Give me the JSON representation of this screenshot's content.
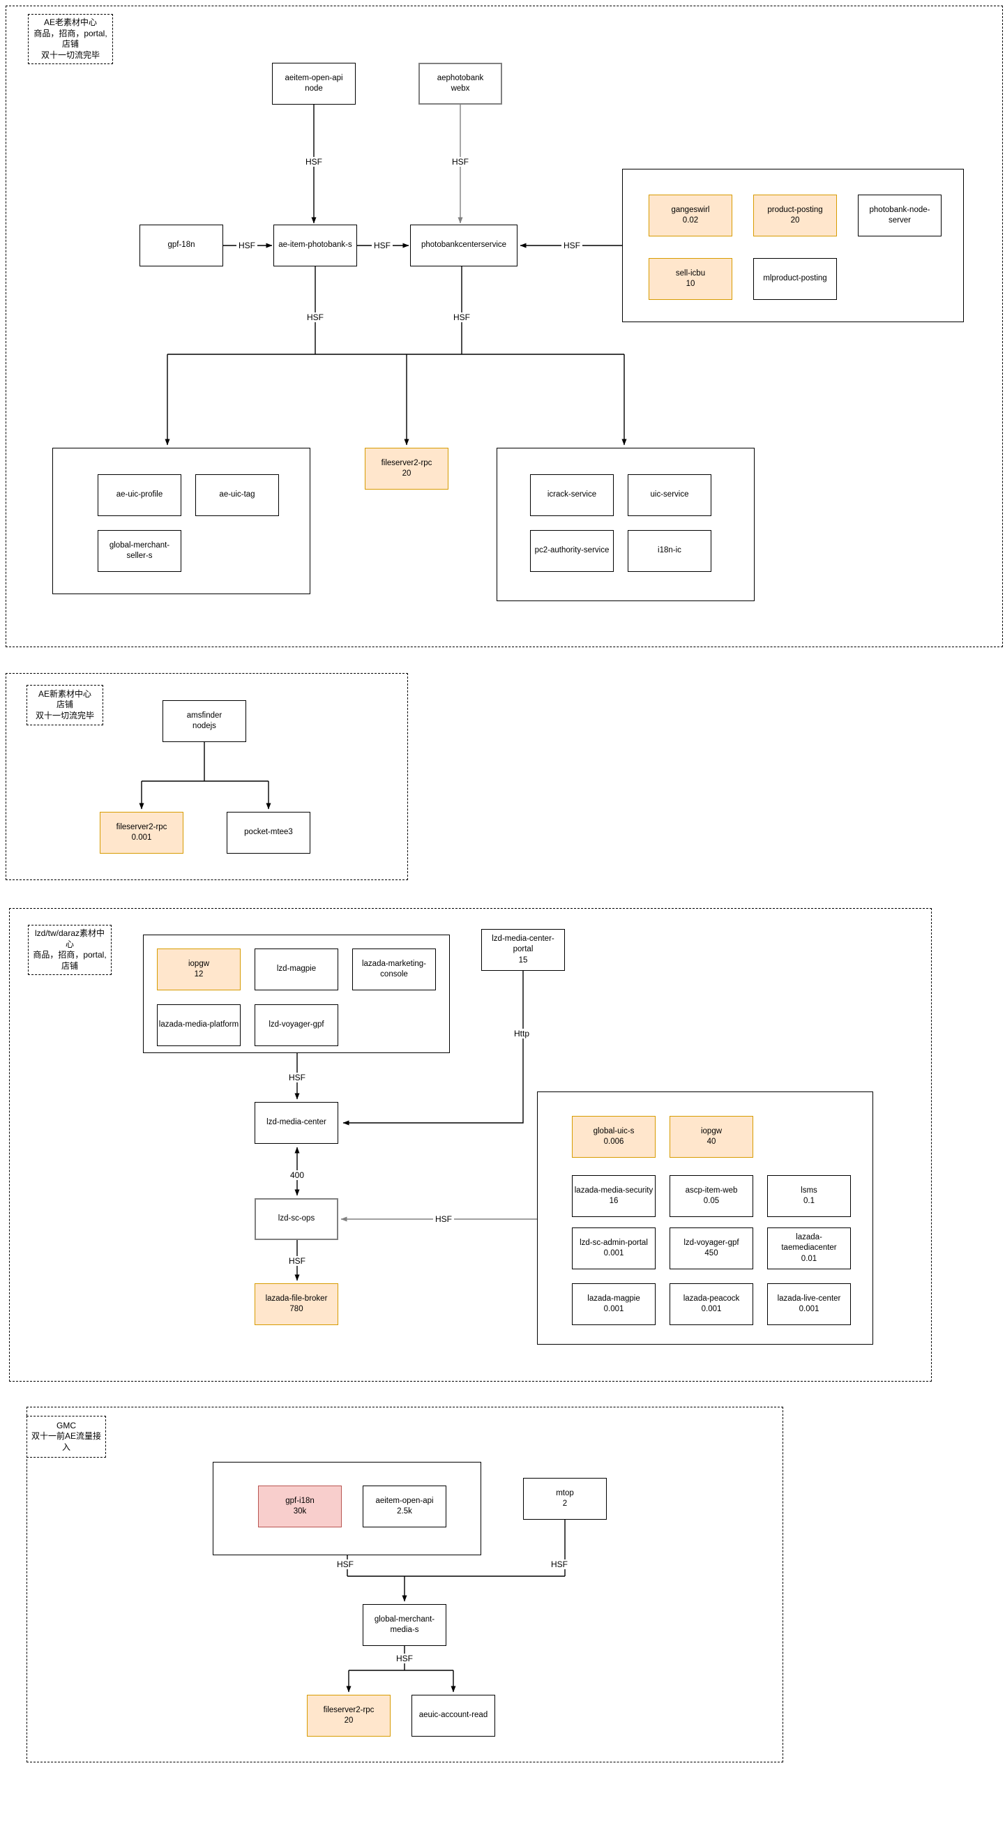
{
  "diagram": {
    "edge_label_hsf": "HSF",
    "edge_label_http": "Http",
    "edge_label_400": "400"
  },
  "colors": {
    "highlight_orange_fill": "#FFE6CC",
    "highlight_orange_border": "#D79B00",
    "highlight_red_fill": "#F8CECC",
    "highlight_red_border": "#B85450",
    "gray_border": "#808080",
    "line": "#000000"
  },
  "sections": {
    "s1": {
      "line1": "AE老素材中心",
      "line2": "商品，招商，portal,店铺",
      "line3": "双十一切流完毕"
    },
    "s2": {
      "line1": "AE新素材中心",
      "line2": "店铺",
      "line3": "双十一切流完毕"
    },
    "s3": {
      "line1": "lzd/tw/daraz素材中心",
      "line2": "商品，招商，portal,",
      "line3": "店铺"
    },
    "s4": {
      "line1": "GMC",
      "line2": "双十一前AE流量接入"
    }
  },
  "nodes": {
    "aeitem_open_api_node": {
      "label": "aeitem-open-api",
      "value": "node"
    },
    "aephotobank_webx": {
      "label": "aephotobank",
      "value": "webx"
    },
    "gpf_18n": {
      "label": "gpf-18n"
    },
    "ae_item_photobank_s": {
      "label": "ae-item-photobank-s"
    },
    "photobankcenterservice": {
      "label": "photobankcenterservice"
    },
    "gangeswirl": {
      "label": "gangeswirl",
      "value": "0.02"
    },
    "product_posting": {
      "label": "product-posting",
      "value": "20"
    },
    "photobank_node_server": {
      "label": "photobank-node-server"
    },
    "sell_icbu": {
      "label": "sell-icbu",
      "value": "10"
    },
    "mlproduct_posting": {
      "label": "mlproduct-posting"
    },
    "ae_uic_profile": {
      "label": "ae-uic-profile"
    },
    "ae_uic_tag": {
      "label": "ae-uic-tag"
    },
    "global_merchant_seller_s": {
      "label": "global-merchant-seller-s"
    },
    "fileserver2_rpc_20": {
      "label": "fileserver2-rpc",
      "value": "20"
    },
    "icrack_service": {
      "label": "icrack-service"
    },
    "uic_service": {
      "label": "uic-service"
    },
    "pc2_authority_service": {
      "label": "pc2-authority-service"
    },
    "i18n_ic": {
      "label": "i18n-ic"
    },
    "amsfinder_nodejs": {
      "label": "amsfinder",
      "value": "nodejs"
    },
    "fileserver2_rpc_0001": {
      "label": "fileserver2-rpc",
      "value": "0.001"
    },
    "pocket_mtee3": {
      "label": "pocket-mtee3"
    },
    "iopgw_12": {
      "label": "iopgw",
      "value": "12"
    },
    "lzd_magpie": {
      "label": "lzd-magpie"
    },
    "lazada_marketing_console": {
      "label": "lazada-marketing-console"
    },
    "lazada_media_platform": {
      "label": "lazada-media-platform"
    },
    "lzd_voyager_gpf": {
      "label": "lzd-voyager-gpf"
    },
    "lzd_media_center_portal": {
      "label": "lzd-media-center-portal",
      "value": "15"
    },
    "lzd_media_center": {
      "label": "lzd-media-center"
    },
    "lzd_sc_ops": {
      "label": "lzd-sc-ops"
    },
    "lazada_file_broker": {
      "label": "lazada-file-broker",
      "value": "780"
    },
    "global_uic_s": {
      "label": "global-uic-s",
      "value": "0.006"
    },
    "iopgw_40": {
      "label": "iopgw",
      "value": "40"
    },
    "lazada_media_security": {
      "label": "lazada-media-security",
      "value": "16"
    },
    "ascp_item_web": {
      "label": "ascp-item-web",
      "value": "0.05"
    },
    "lsms": {
      "label": "lsms",
      "value": "0.1"
    },
    "lzd_sc_admin_portal": {
      "label": "lzd-sc-admin-portal",
      "value": "0.001"
    },
    "lzd_voyager_gpf_450": {
      "label": "lzd-voyager-gpf",
      "value": "450"
    },
    "lazada_taemediacenter": {
      "label": "lazada-taemediacenter",
      "value": "0.01"
    },
    "lazada_magpie": {
      "label": "lazada-magpie",
      "value": "0.001"
    },
    "lazada_peacock": {
      "label": "lazada-peacock",
      "value": "0.001"
    },
    "lazada_live_center": {
      "label": "lazada-live-center",
      "value": "0.001"
    },
    "gpf_i18n": {
      "label": "gpf-i18n",
      "value": "30k"
    },
    "aeitem_open_api_25k": {
      "label": "aeitem-open-api",
      "value": "2.5k"
    },
    "mtop": {
      "label": "mtop",
      "value": "2"
    },
    "global_merchant_media_s": {
      "label": "global-merchant-media-s"
    },
    "fileserver2_rpc_20b": {
      "label": "fileserver2-rpc",
      "value": "20"
    },
    "aeuic_account_read": {
      "label": "aeuic-account-read"
    }
  }
}
